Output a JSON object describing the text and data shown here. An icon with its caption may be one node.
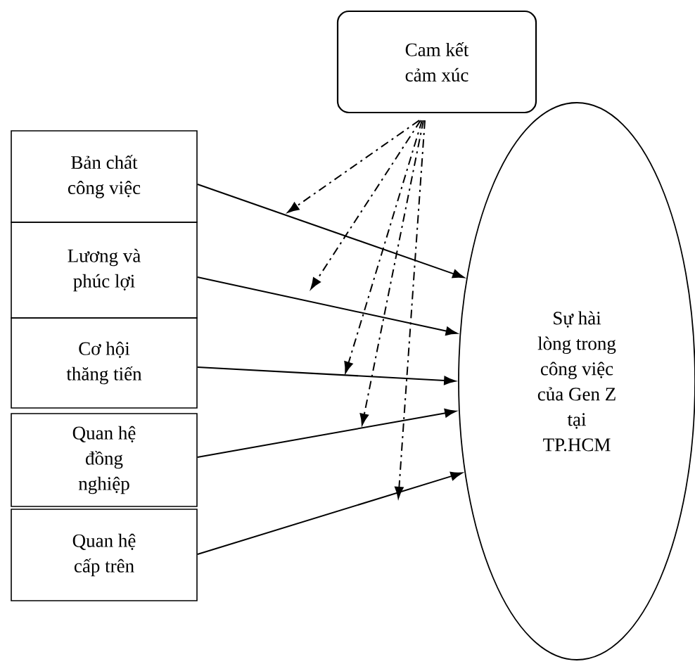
{
  "diagram": {
    "nodes": [
      {
        "text": [
          "Cam kết cảm xúc"
        ]
      },
      {
        "text": [
          "Bản chất công việc"
        ]
      },
      {
        "text": [
          "Lương và phúc lợi"
        ]
      },
      {
        "text": [
          "Cơ hội thăng tiến"
        ]
      },
      {
        "text": [
          "Quan hệ đồng nghiệp"
        ]
      },
      {
        "text": [
          "Quan hệ cấp trên"
        ]
      },
      {
        "text": [
          "Sự hài lòng trong công việc của Gen Z tại TP.HCM"
        ]
      }
    ],
    "edges": [
      {
        "from": 1,
        "to": 6,
        "arrow": "to"
      },
      {
        "from": 2,
        "to": 6,
        "arrow": "to"
      },
      {
        "from": 3,
        "to": 6,
        "arrow": "to"
      },
      {
        "from": 4,
        "to": 6,
        "arrow": "to"
      },
      {
        "from": 5,
        "to": 6,
        "arrow": "to"
      },
      {
        "from": 0,
        "to": null,
        "arrow": "to",
        "style": "dashed"
      },
      {
        "from": 0,
        "to": null,
        "arrow": "to",
        "style": "dashed"
      },
      {
        "from": 0,
        "to": null,
        "arrow": "to",
        "style": "dashed"
      },
      {
        "from": 0,
        "to": null,
        "arrow": "to",
        "style": "dashed"
      },
      {
        "from": 0,
        "to": null,
        "arrow": "to",
        "style": "dashed"
      }
    ]
  }
}
